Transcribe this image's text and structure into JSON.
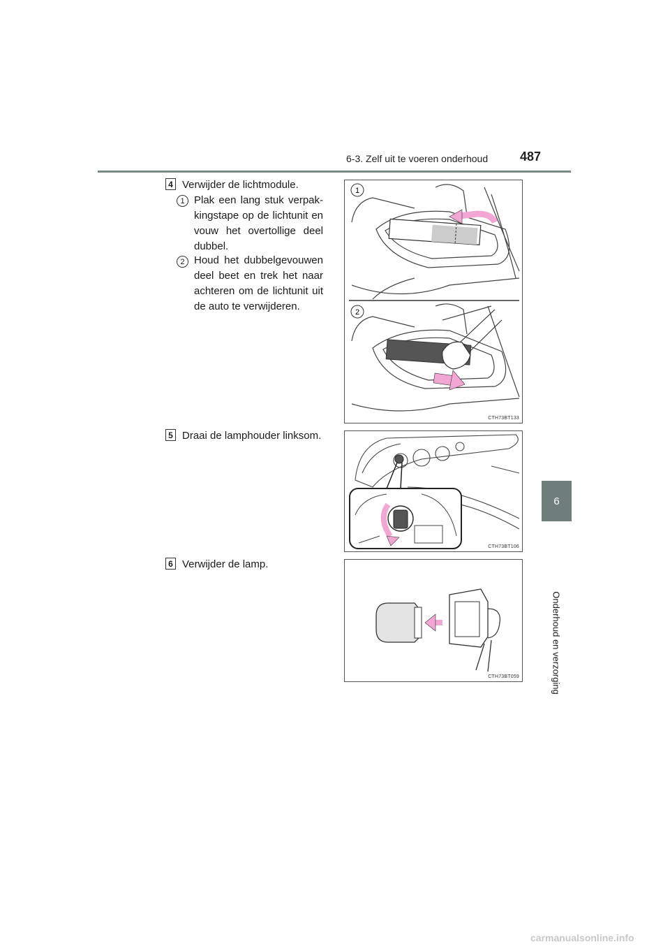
{
  "header": {
    "section_title": "6-3. Zelf uit te voeren onderhoud",
    "page_number": "487"
  },
  "side_tab": {
    "chapter_number": "6",
    "chapter_title": "Onderhoud en verzorging"
  },
  "steps": [
    {
      "number": "4",
      "text": "Verwijder de lichtmodule.",
      "substeps": [
        {
          "number": "1",
          "text": "Plak een lang stuk verpak-kingstape op de lichtunit en vouw het overtollige deel dubbel."
        },
        {
          "number": "2",
          "text": "Houd het dubbelgevouwen deel beet en trek het naar achteren om de lichtunit uit de auto te verwijderen."
        }
      ],
      "figure": {
        "code": "CTH73BT133",
        "panel_labels": [
          "1",
          "2"
        ]
      }
    },
    {
      "number": "5",
      "text": "Draai de lamphouder linksom.",
      "figure": {
        "code": "CTH73BT106"
      }
    },
    {
      "number": "6",
      "text": "Verwijder de lamp.",
      "figure": {
        "code": "CTH73BT059"
      }
    }
  ],
  "colors": {
    "accent_pink": "#f2a6d3",
    "tab_gray": "#6f7d7b",
    "tape_dark": "#555555"
  },
  "watermark": "carmanualsonline.info"
}
